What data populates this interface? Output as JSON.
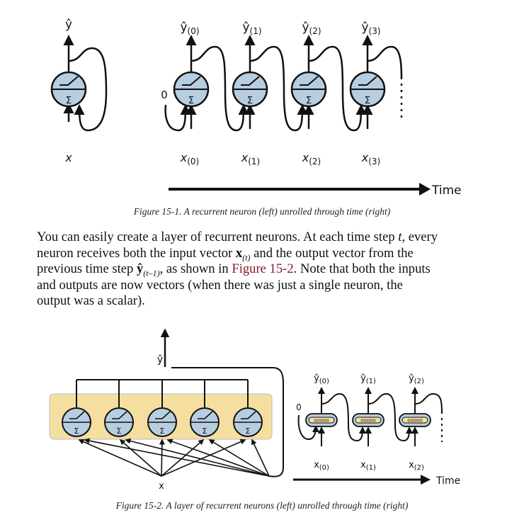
{
  "figure1": {
    "left_neuron": {
      "output": "ŷ",
      "input": "x",
      "sum_symbol": "Σ"
    },
    "initial_state": "0",
    "steps": [
      {
        "output": "ŷ",
        "output_sub": "(0)",
        "input": "x",
        "input_sub": "(0)"
      },
      {
        "output": "ŷ",
        "output_sub": "(1)",
        "input": "x",
        "input_sub": "(1)"
      },
      {
        "output": "ŷ",
        "output_sub": "(2)",
        "input": "x",
        "input_sub": "(2)"
      },
      {
        "output": "ŷ",
        "output_sub": "(3)",
        "input": "x",
        "input_sub": "(3)"
      }
    ],
    "time_label": "Time",
    "caption": "Figure 15-1. A recurrent neuron (left) unrolled through time (right)"
  },
  "paragraph": {
    "l1_a": "You can easily create a layer of recurrent neurons. At each time step ",
    "l1_t": "t",
    "l1_b": ", every",
    "l2_a": "neuron receives both the input vector ",
    "l2_x": "x",
    "l2_sub": "(t)",
    "l2_b": " and the output vector from the",
    "l3_a": "previous time step ",
    "l3_y": "ŷ",
    "l3_sub": "(t–1)",
    "l3_b": ", as shown in ",
    "l3_link": "Figure 15-2",
    "l3_c": ". Note that both the inputs",
    "l4": "and outputs are now vectors (when there was just a single neuron, the",
    "l5": "output was a scalar)."
  },
  "figure2": {
    "layer_output": "ŷ",
    "layer_input": "x",
    "neuron_sum_symbol": "Σ",
    "neuron_count": 5,
    "initial_state": "0",
    "steps": [
      {
        "output": "ŷ",
        "output_sub": "(0)",
        "input": "x",
        "input_sub": "(0)"
      },
      {
        "output": "ŷ",
        "output_sub": "(1)",
        "input": "x",
        "input_sub": "(1)"
      },
      {
        "output": "ŷ",
        "output_sub": "(2)",
        "input": "x",
        "input_sub": "(2)"
      }
    ],
    "time_label": "Time",
    "caption": "Figure 15-2. A layer of recurrent neurons (left) unrolled through time (right)"
  },
  "colors": {
    "neuron_fill": "#b7cde0",
    "neuron_stroke": "#111111",
    "layer_box_fill": "#f5dfa0",
    "link": "#8b1a2b"
  }
}
